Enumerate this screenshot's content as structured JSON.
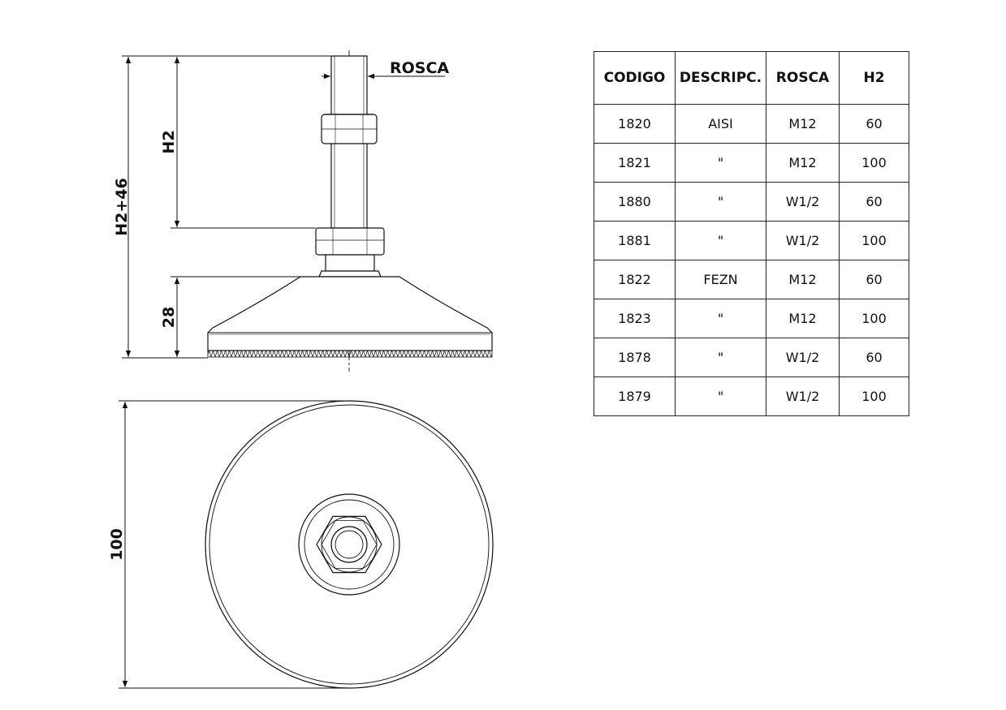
{
  "dimensions": {
    "thread_label": "ROSCA",
    "h2_label": "H2",
    "total_height_label": "H2+46",
    "base_height_label": "28",
    "diameter_label": "100"
  },
  "table": {
    "headers": [
      "CODIGO",
      "DESCRIPC.",
      "ROSCA",
      "H2"
    ],
    "rows": [
      [
        "1820",
        "AISI",
        "M12",
        "60"
      ],
      [
        "1821",
        "\"",
        "M12",
        "100"
      ],
      [
        "1880",
        "\"",
        "W1/2",
        "60"
      ],
      [
        "1881",
        "\"",
        "W1/2",
        "100"
      ],
      [
        "1822",
        "FEZN",
        "M12",
        "60"
      ],
      [
        "1823",
        "\"",
        "M12",
        "100"
      ],
      [
        "1878",
        "\"",
        "W1/2",
        "60"
      ],
      [
        "1879",
        "\"",
        "W1/2",
        "100"
      ]
    ]
  }
}
